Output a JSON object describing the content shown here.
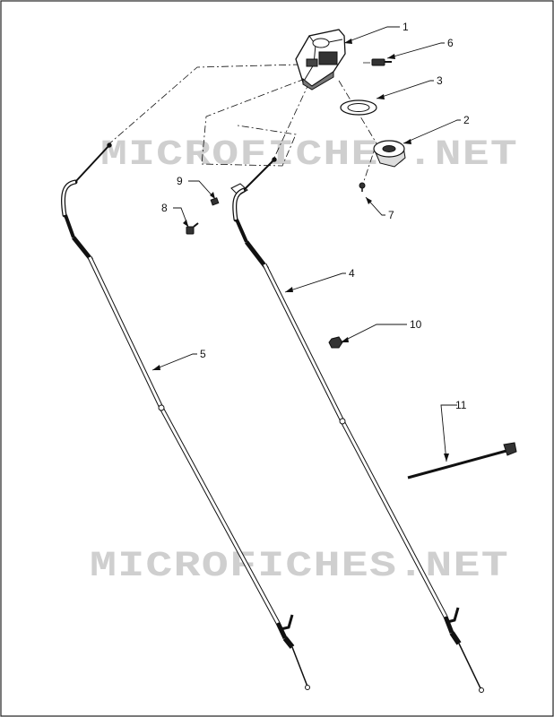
{
  "watermarks": [
    "MICROFICHES.NET",
    "MICROFICHES.NET"
  ],
  "callouts": [
    {
      "id": "callout-1",
      "label": "1"
    },
    {
      "id": "callout-2",
      "label": "2"
    },
    {
      "id": "callout-3",
      "label": "3"
    },
    {
      "id": "callout-4",
      "label": "4"
    },
    {
      "id": "callout-5",
      "label": "5"
    },
    {
      "id": "callout-6",
      "label": "6"
    },
    {
      "id": "callout-7",
      "label": "7"
    },
    {
      "id": "callout-8",
      "label": "8"
    },
    {
      "id": "callout-9",
      "label": "9"
    },
    {
      "id": "callout-10",
      "label": "10"
    },
    {
      "id": "callout-11",
      "label": "11"
    }
  ],
  "colors": {
    "line": "#111111",
    "watermark": "#cfcfcf",
    "border": "#222222"
  }
}
